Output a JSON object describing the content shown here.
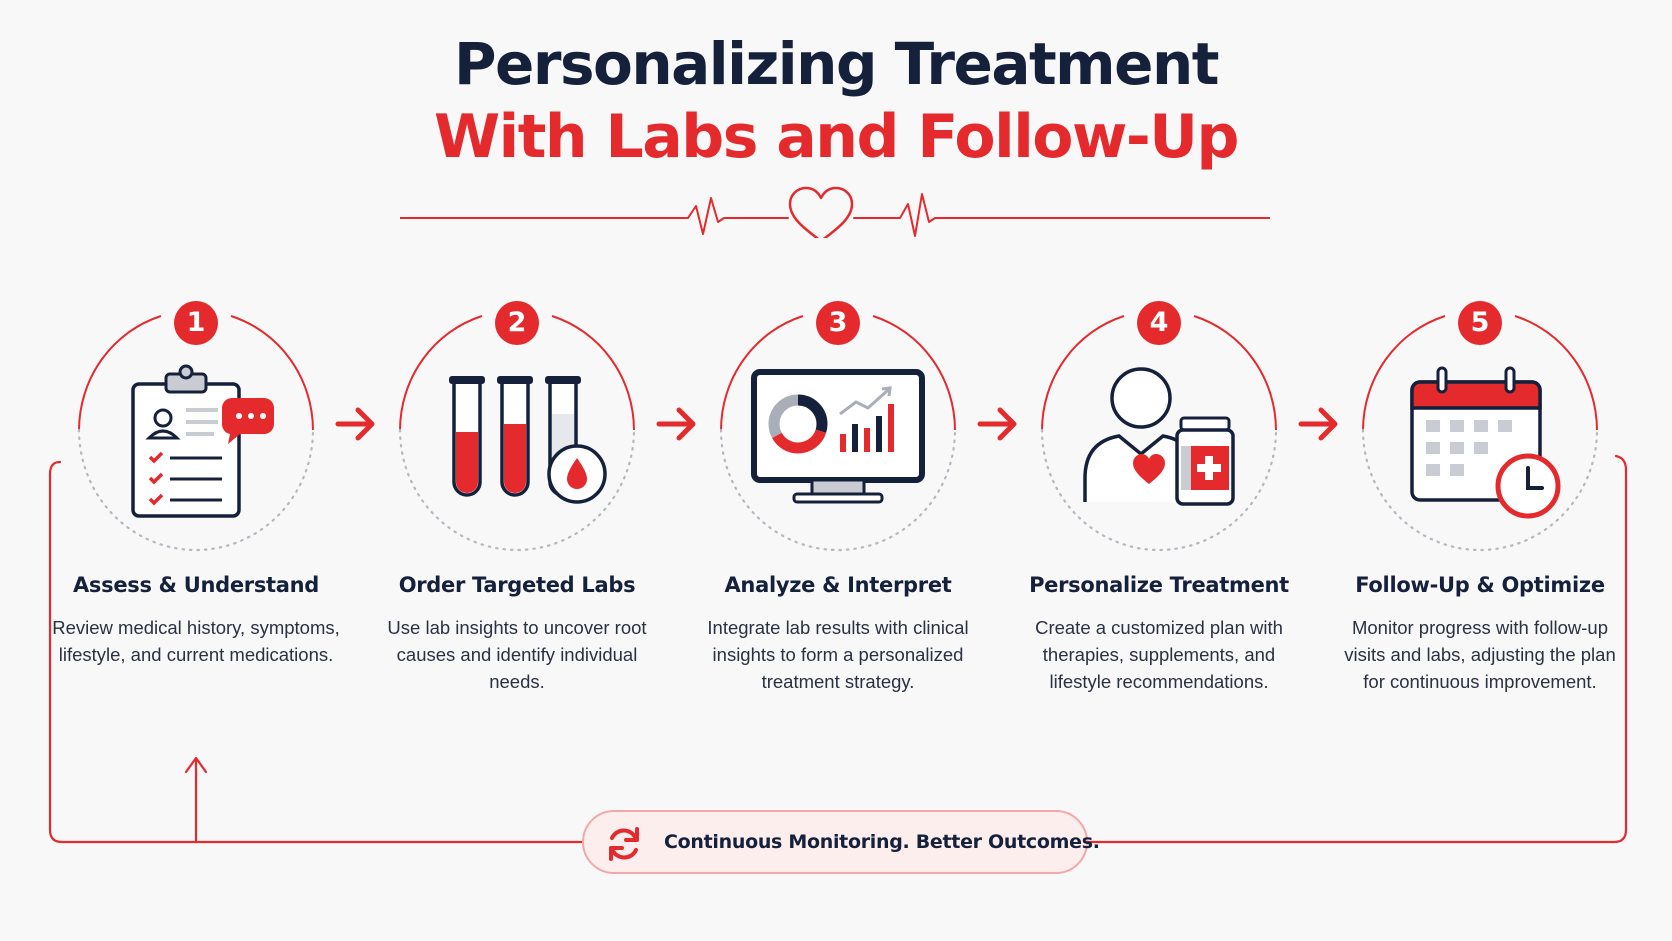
{
  "header": {
    "title_line1": "Personalizing Treatment",
    "title_line2": "With Labs and Follow-Up"
  },
  "colors": {
    "accent": "#e42a2d",
    "navy": "#15213b",
    "gray": "#a9aeb8"
  },
  "steps": [
    {
      "number": "1",
      "title": "Assess & Understand",
      "description": "Review medical history, symptoms, lifestyle, and current medications.",
      "icon": "clipboard-checklist-icon"
    },
    {
      "number": "2",
      "title": "Order Targeted Labs",
      "description": "Use lab insights to uncover root causes and identify individual needs.",
      "icon": "blood-test-tubes-icon"
    },
    {
      "number": "3",
      "title": "Analyze & Interpret",
      "description": "Integrate lab results with clinical insights to form a personalized treatment strategy.",
      "icon": "monitor-analytics-icon"
    },
    {
      "number": "4",
      "title": "Personalize Treatment",
      "description": "Create a customized plan with therapies, supplements, and lifestyle recommendations.",
      "icon": "patient-medication-icon"
    },
    {
      "number": "5",
      "title": "Follow-Up & Optimize",
      "description": "Monitor progress with follow-up visits and labs, adjusting the plan for continuous improvement.",
      "icon": "calendar-clock-icon"
    }
  ],
  "footer": {
    "label": "Continuous Monitoring. Better Outcomes.",
    "icon": "refresh-cycle-icon"
  }
}
